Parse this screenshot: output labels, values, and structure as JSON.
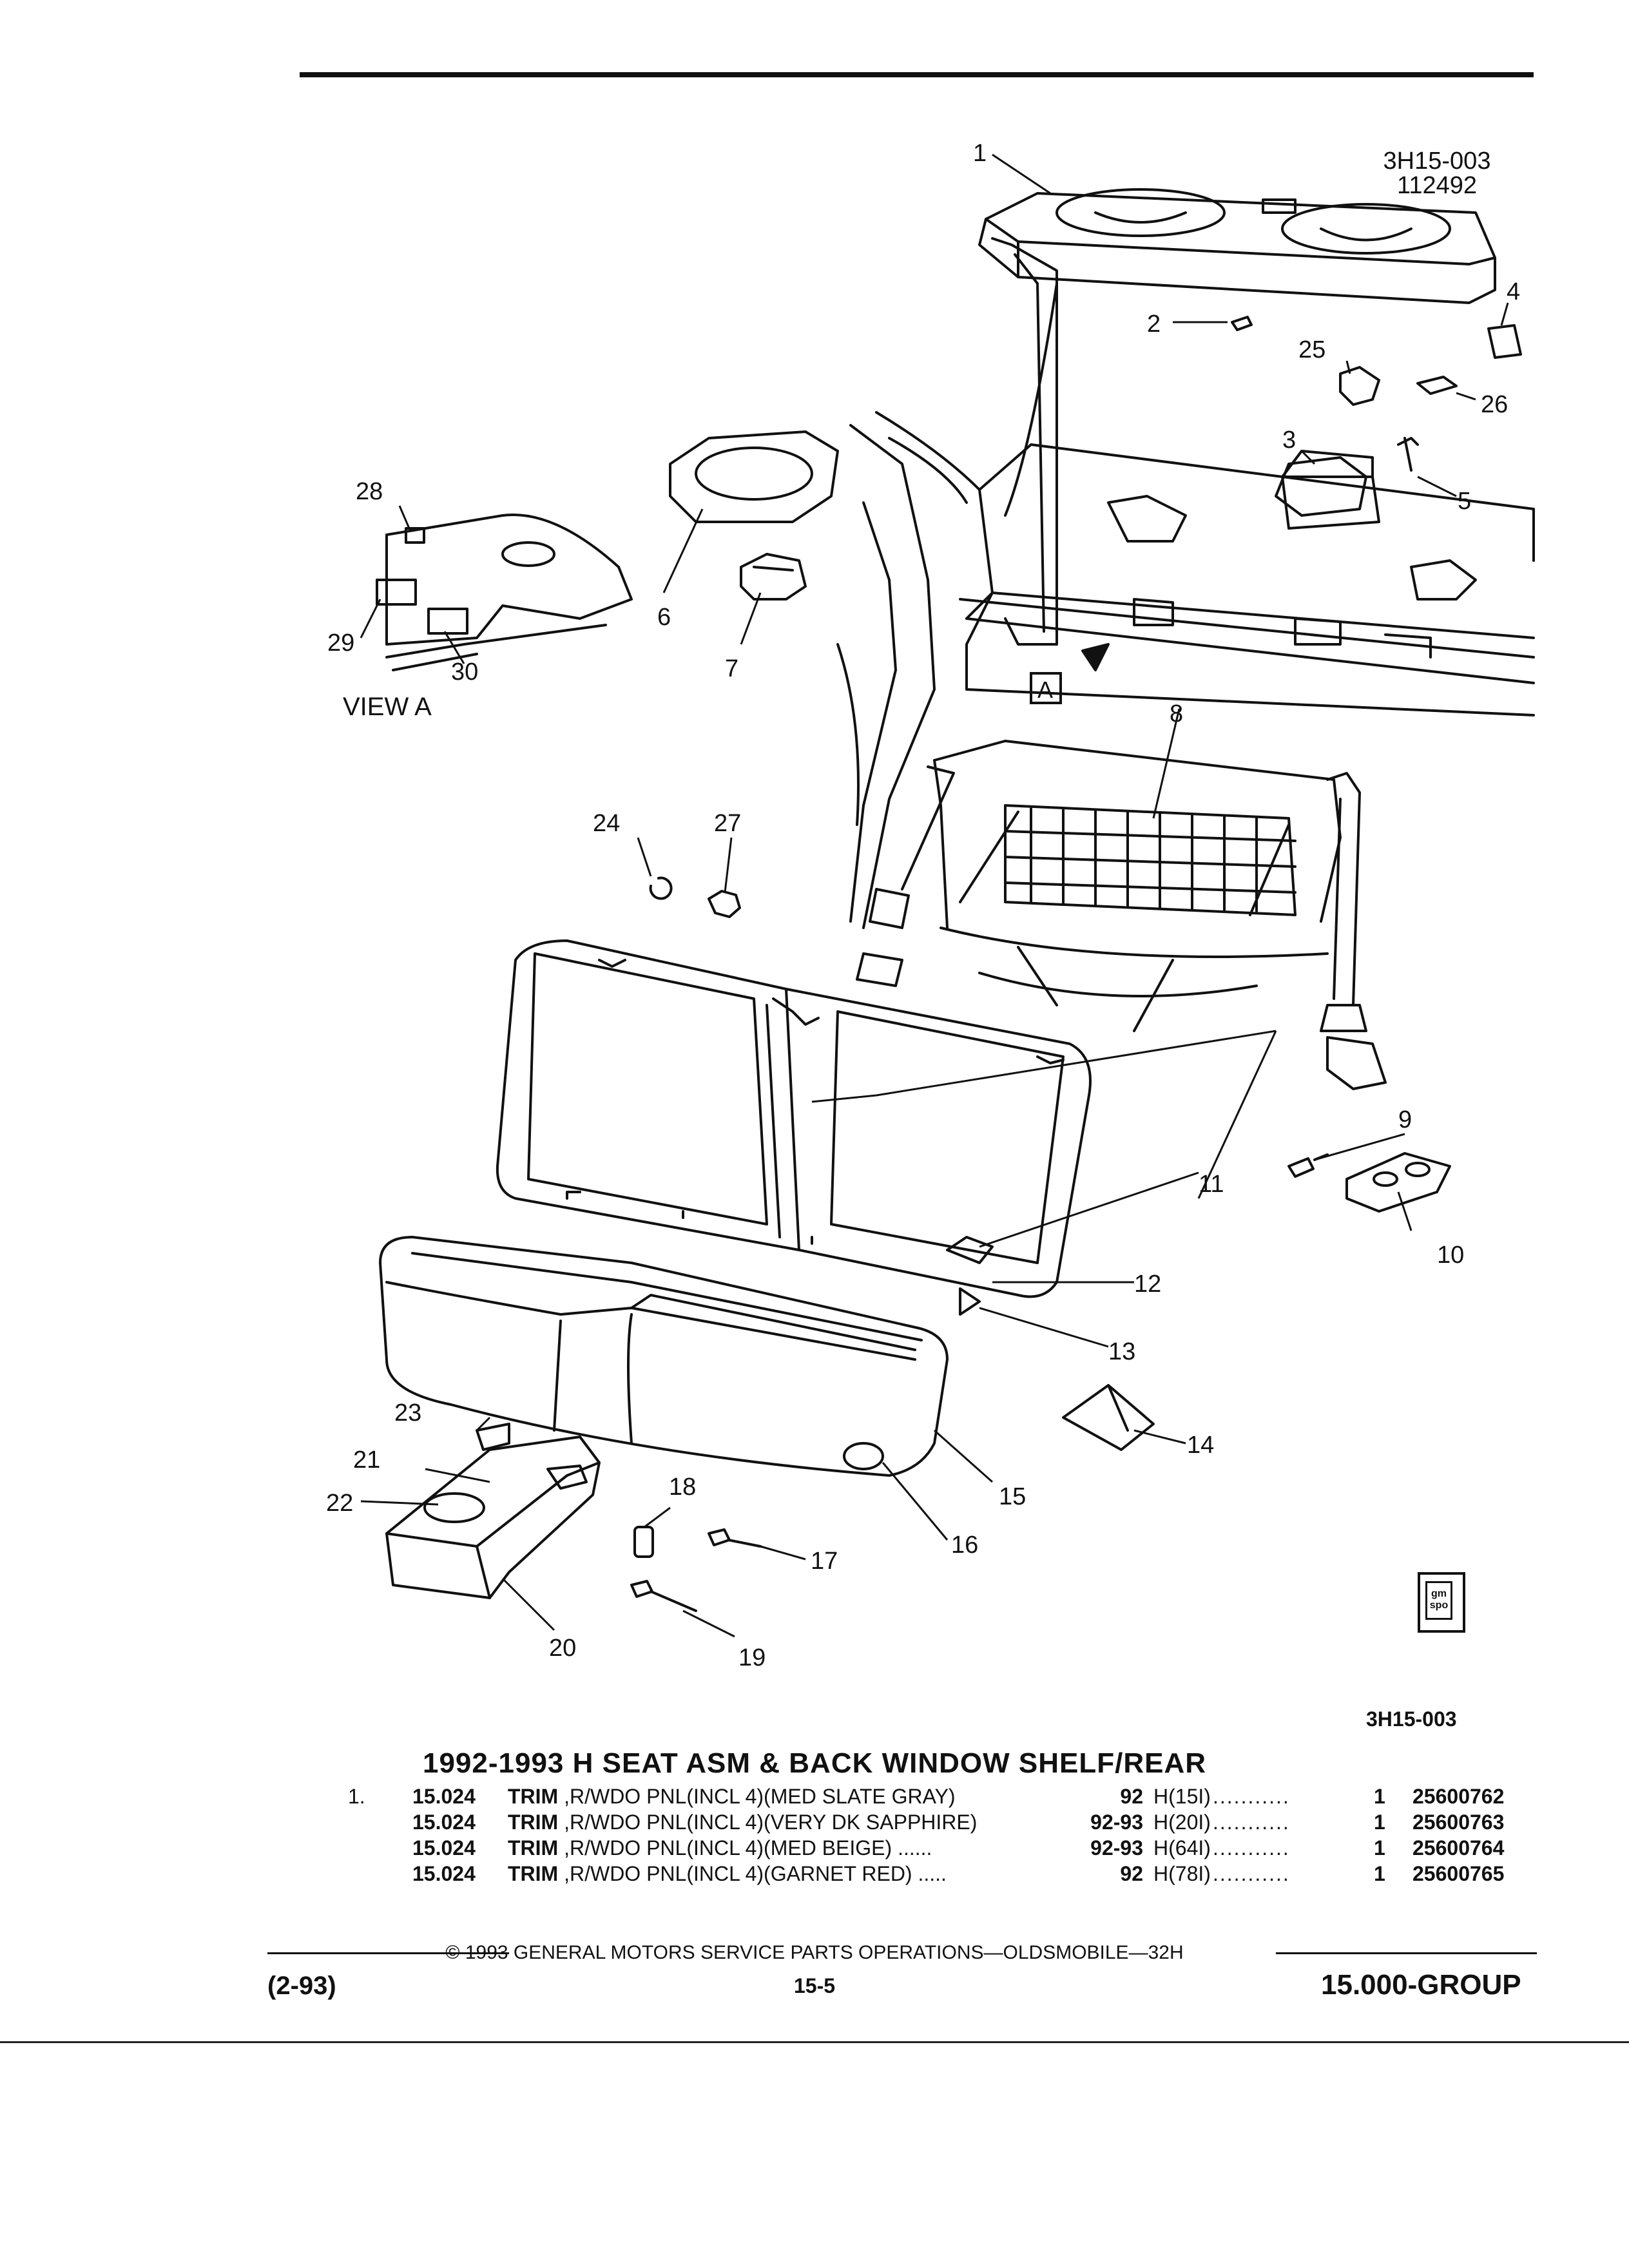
{
  "figure": {
    "id": "3H15-003",
    "date_code": "112492",
    "bottom_id": "3H15-003",
    "view_label": "VIEW  A",
    "view_marker": "A",
    "callouts": [
      "1",
      "2",
      "3",
      "4",
      "5",
      "6",
      "7",
      "8",
      "9",
      "10",
      "11",
      "12",
      "13",
      "14",
      "15",
      "16",
      "17",
      "18",
      "19",
      "20",
      "21",
      "22",
      "23",
      "24",
      "25",
      "26",
      "27",
      "28",
      "29",
      "30"
    ]
  },
  "title": "1992-1993 H SEAT ASM & BACK WINDOW SHELF/REAR",
  "parts": [
    {
      "item": "1.",
      "group": "15.024",
      "name": "TRIM",
      "desc": " ,R/WDO PNL(INCL 4)(MED SLATE GRAY)",
      "years": "92",
      "model": "H(15I)",
      "dots": "...........",
      "qty": "1",
      "part": "25600762"
    },
    {
      "item": "",
      "group": "15.024",
      "name": "TRIM",
      "desc": " ,R/WDO PNL(INCL 4)(VERY DK SAPPHIRE)",
      "years": "92-93",
      "model": "H(20I)",
      "dots": "...........",
      "qty": "1",
      "part": "25600763"
    },
    {
      "item": "",
      "group": "15.024",
      "name": "TRIM",
      "desc": " ,R/WDO PNL(INCL 4)(MED BEIGE)  ......",
      "years": "92-93",
      "model": "H(64I)",
      "dots": "...........",
      "qty": "1",
      "part": "25600764"
    },
    {
      "item": "",
      "group": "15.024",
      "name": "TRIM",
      "desc": " ,R/WDO PNL(INCL 4)(GARNET RED)  .....",
      "years": "92",
      "model": "H(78I)",
      "dots": "...........",
      "qty": "1",
      "part": "25600765"
    }
  ],
  "footer": {
    "copyright": "©  1993  GENERAL MOTORS SERVICE PARTS OPERATIONS—OLDSMOBILE—32H",
    "date": "(2-93)",
    "page": "15-5",
    "group": "15.000-GROUP"
  },
  "logo": {
    "text": "gm spo"
  }
}
